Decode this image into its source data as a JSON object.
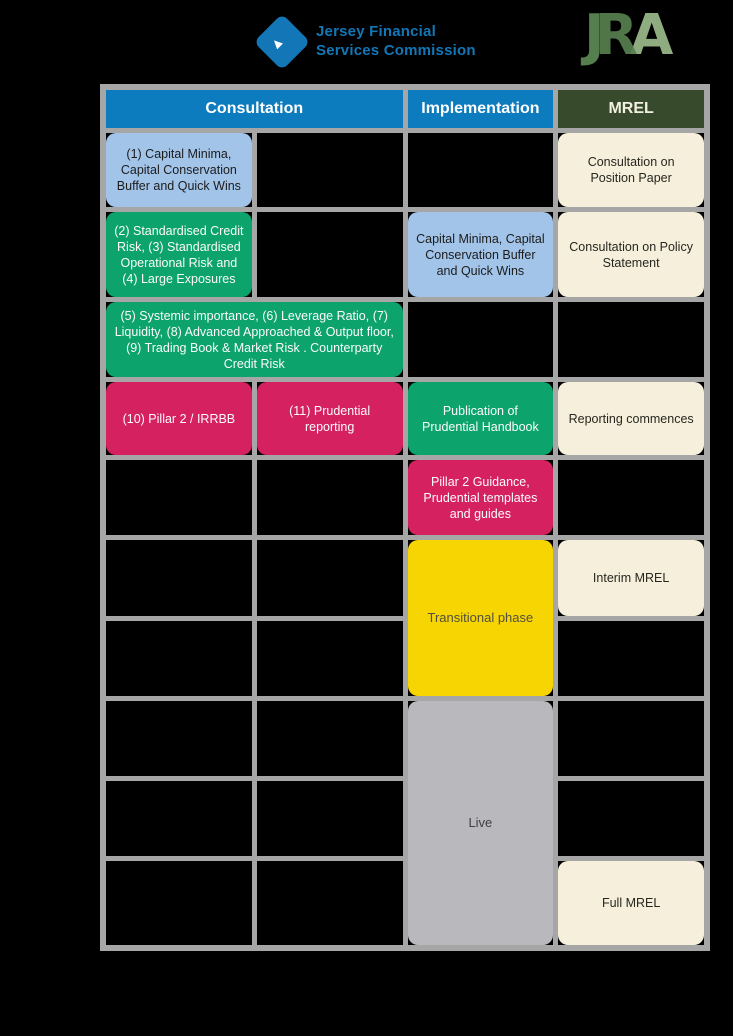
{
  "colors": {
    "header-blue": "#0d7cbe",
    "header-green": "#374a2b",
    "light-blue": "#a2c4e9",
    "green": "#0ca36d",
    "pink": "#d52160",
    "yellow": "#f6d503",
    "cream": "#f5efdc",
    "live-grey": "#b9b9bd",
    "grid-grey": "#a6a6a6",
    "jfsc-blue": "#1377b7",
    "jra-green-dark": "#567f50",
    "jra-green-light": "#8eac80"
  },
  "logos": {
    "jfsc": {
      "line1": "Jersey Financial",
      "line2": "Services Commission"
    },
    "jra": {
      "j": "J",
      "r": "R",
      "a": "A"
    }
  },
  "table": {
    "headers": {
      "consultation": "Consultation",
      "implementation": "Implementation",
      "mrel": "MREL"
    },
    "cells": [
      {
        "text": "(1) Capital Minima, Capital Conservation Buffer and Quick Wins"
      },
      {
        "text": "Consultation on Position Paper"
      },
      {
        "text": "(2) Standardised Credit Risk, (3) Standardised Operational Risk and (4) Large Exposures"
      },
      {
        "text": "Capital Minima, Capital Conservation Buffer and Quick Wins"
      },
      {
        "text": "Consultation on Policy Statement"
      },
      {
        "text": "(5) Systemic importance, (6) Leverage Ratio, (7) Liquidity, (8) Advanced Approached & Output floor, (9) Trading Book & Market Risk . Counterparty Credit Risk"
      },
      {
        "text": "(10) Pillar 2 / IRRBB"
      },
      {
        "text": "(11) Prudential reporting"
      },
      {
        "text": "Publication of Prudential Handbook"
      },
      {
        "text": "Reporting commences"
      },
      {
        "text": "Pillar 2 Guidance, Prudential templates and guides"
      },
      {
        "text": "Transitional phase"
      },
      {
        "text": "Interim MREL"
      },
      {
        "text": "Live"
      },
      {
        "text": "Full MREL"
      }
    ]
  }
}
